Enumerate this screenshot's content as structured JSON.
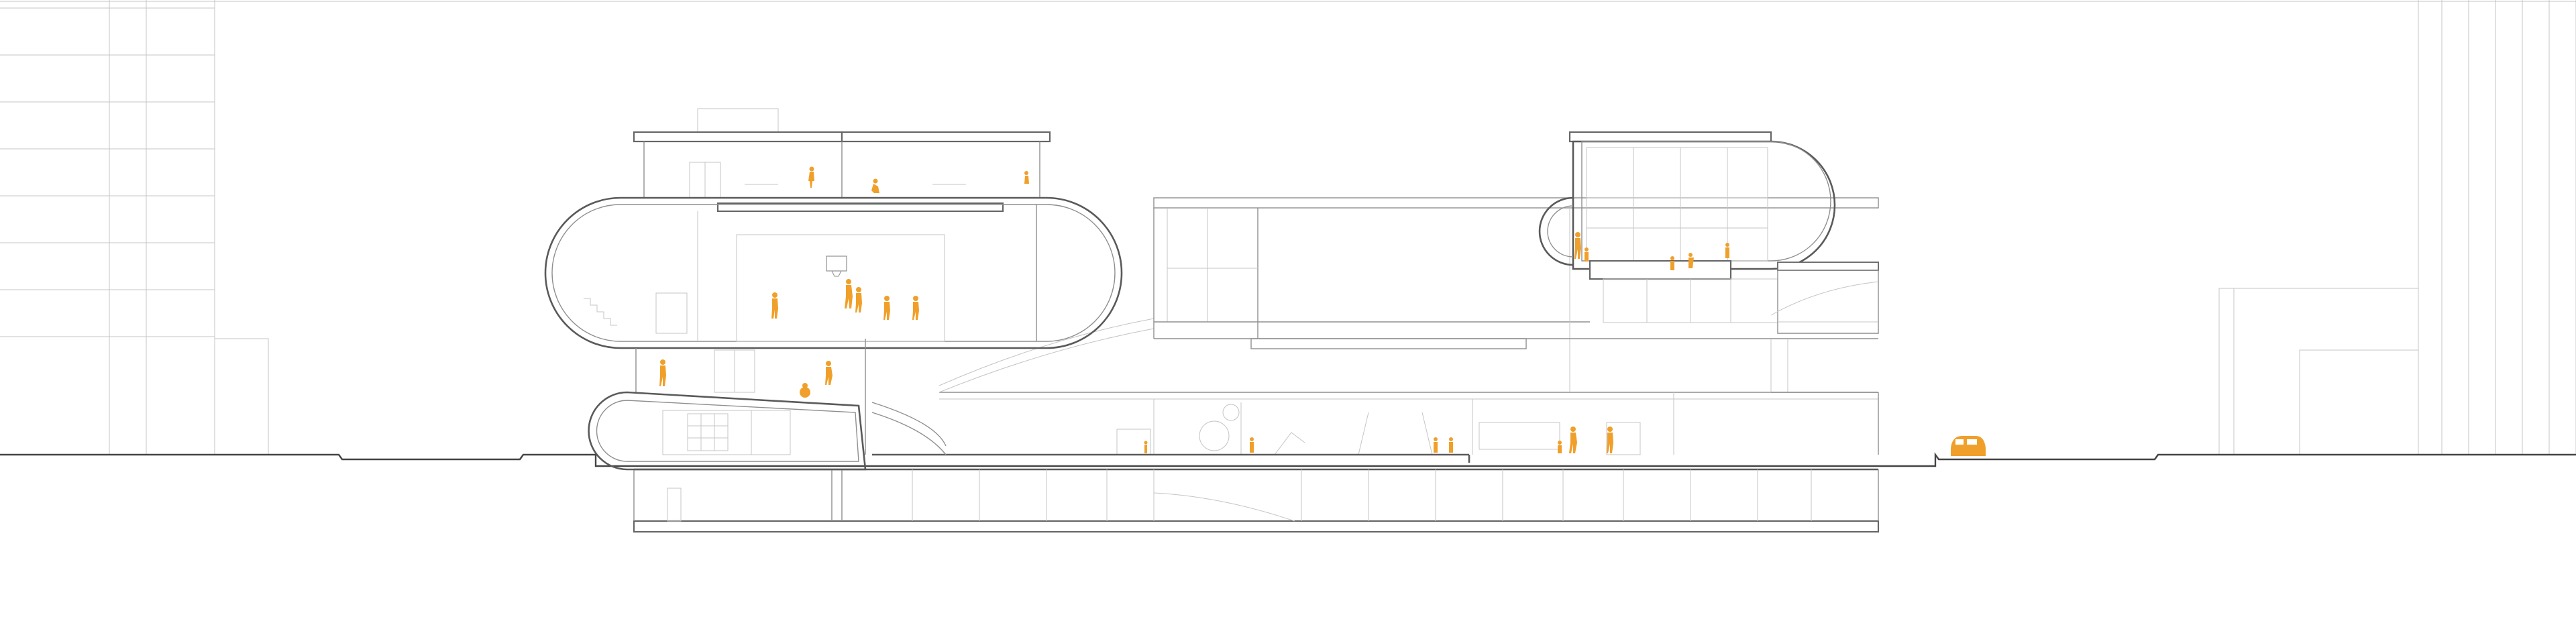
{
  "drawing": {
    "type": "architectural-section",
    "text_labels": [],
    "colors": {
      "accent": "#f0a02a",
      "linework": "#8f8f8f",
      "ground_line": "#444444",
      "background": "#ffffff"
    },
    "figure_count": 24,
    "vehicle_count": 1
  }
}
